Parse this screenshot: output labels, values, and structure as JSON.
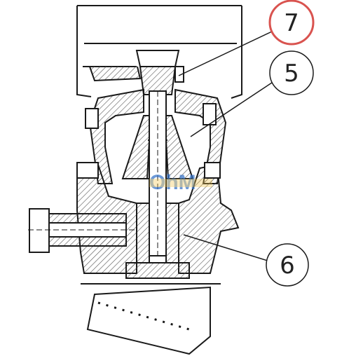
{
  "callouts": [
    {
      "label": "7",
      "highlight": true
    },
    {
      "label": "5",
      "highlight": false
    },
    {
      "label": "6",
      "highlight": false
    }
  ],
  "watermark": {
    "text": "OhM"
  },
  "colors": {
    "line": "#1a1a1a",
    "hatch": "#555555",
    "highlight": "#d9534f",
    "watermark_blue": "#2f6fc7",
    "watermark_yellow": "#f1c34a"
  }
}
